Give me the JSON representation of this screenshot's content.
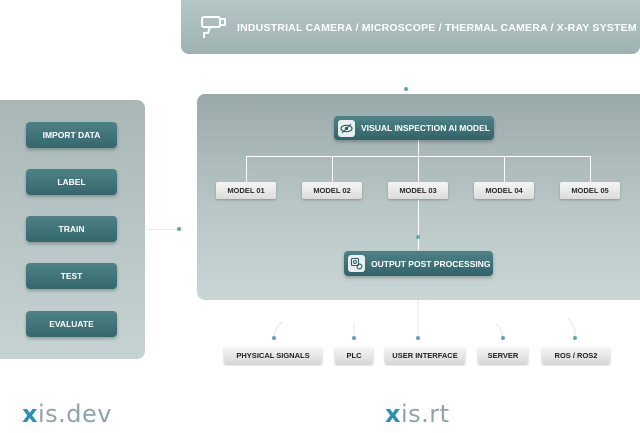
{
  "camera_banner": {
    "title": "INDUSTRIAL CAMERA / MICROSCOPE / THERMAL CAMERA / X-RAY SYSTEM",
    "icon": "camera-icon"
  },
  "left_panel": {
    "buttons": [
      "IMPORT DATA",
      "LABEL",
      "TRAIN",
      "TEST",
      "EVALUATE"
    ]
  },
  "main_panel": {
    "ai_model": {
      "label": "VISUAL INSPECTION AI MODEL",
      "icon": "eye-icon"
    },
    "models": [
      "MODEL 01",
      "MODEL 02",
      "MODEL 03",
      "MODEL 04",
      "MODEL 05"
    ],
    "post_processing": {
      "label": "OUTPUT POST PROCESSING",
      "icon": "gears-icon"
    }
  },
  "outputs": [
    "PHYSICAL SIGNALS",
    "PLC",
    "USER INTERFACE",
    "SERVER",
    "ROS / ROS2"
  ],
  "brands": {
    "dev": {
      "x": "x",
      "rest": "is.dev"
    },
    "rt": {
      "x": "x",
      "rest": "is.rt"
    }
  },
  "colors": {
    "accent_teal": "#3b7076",
    "connector_dot": "#5fa7b2",
    "panel": "#a9b7b7"
  }
}
